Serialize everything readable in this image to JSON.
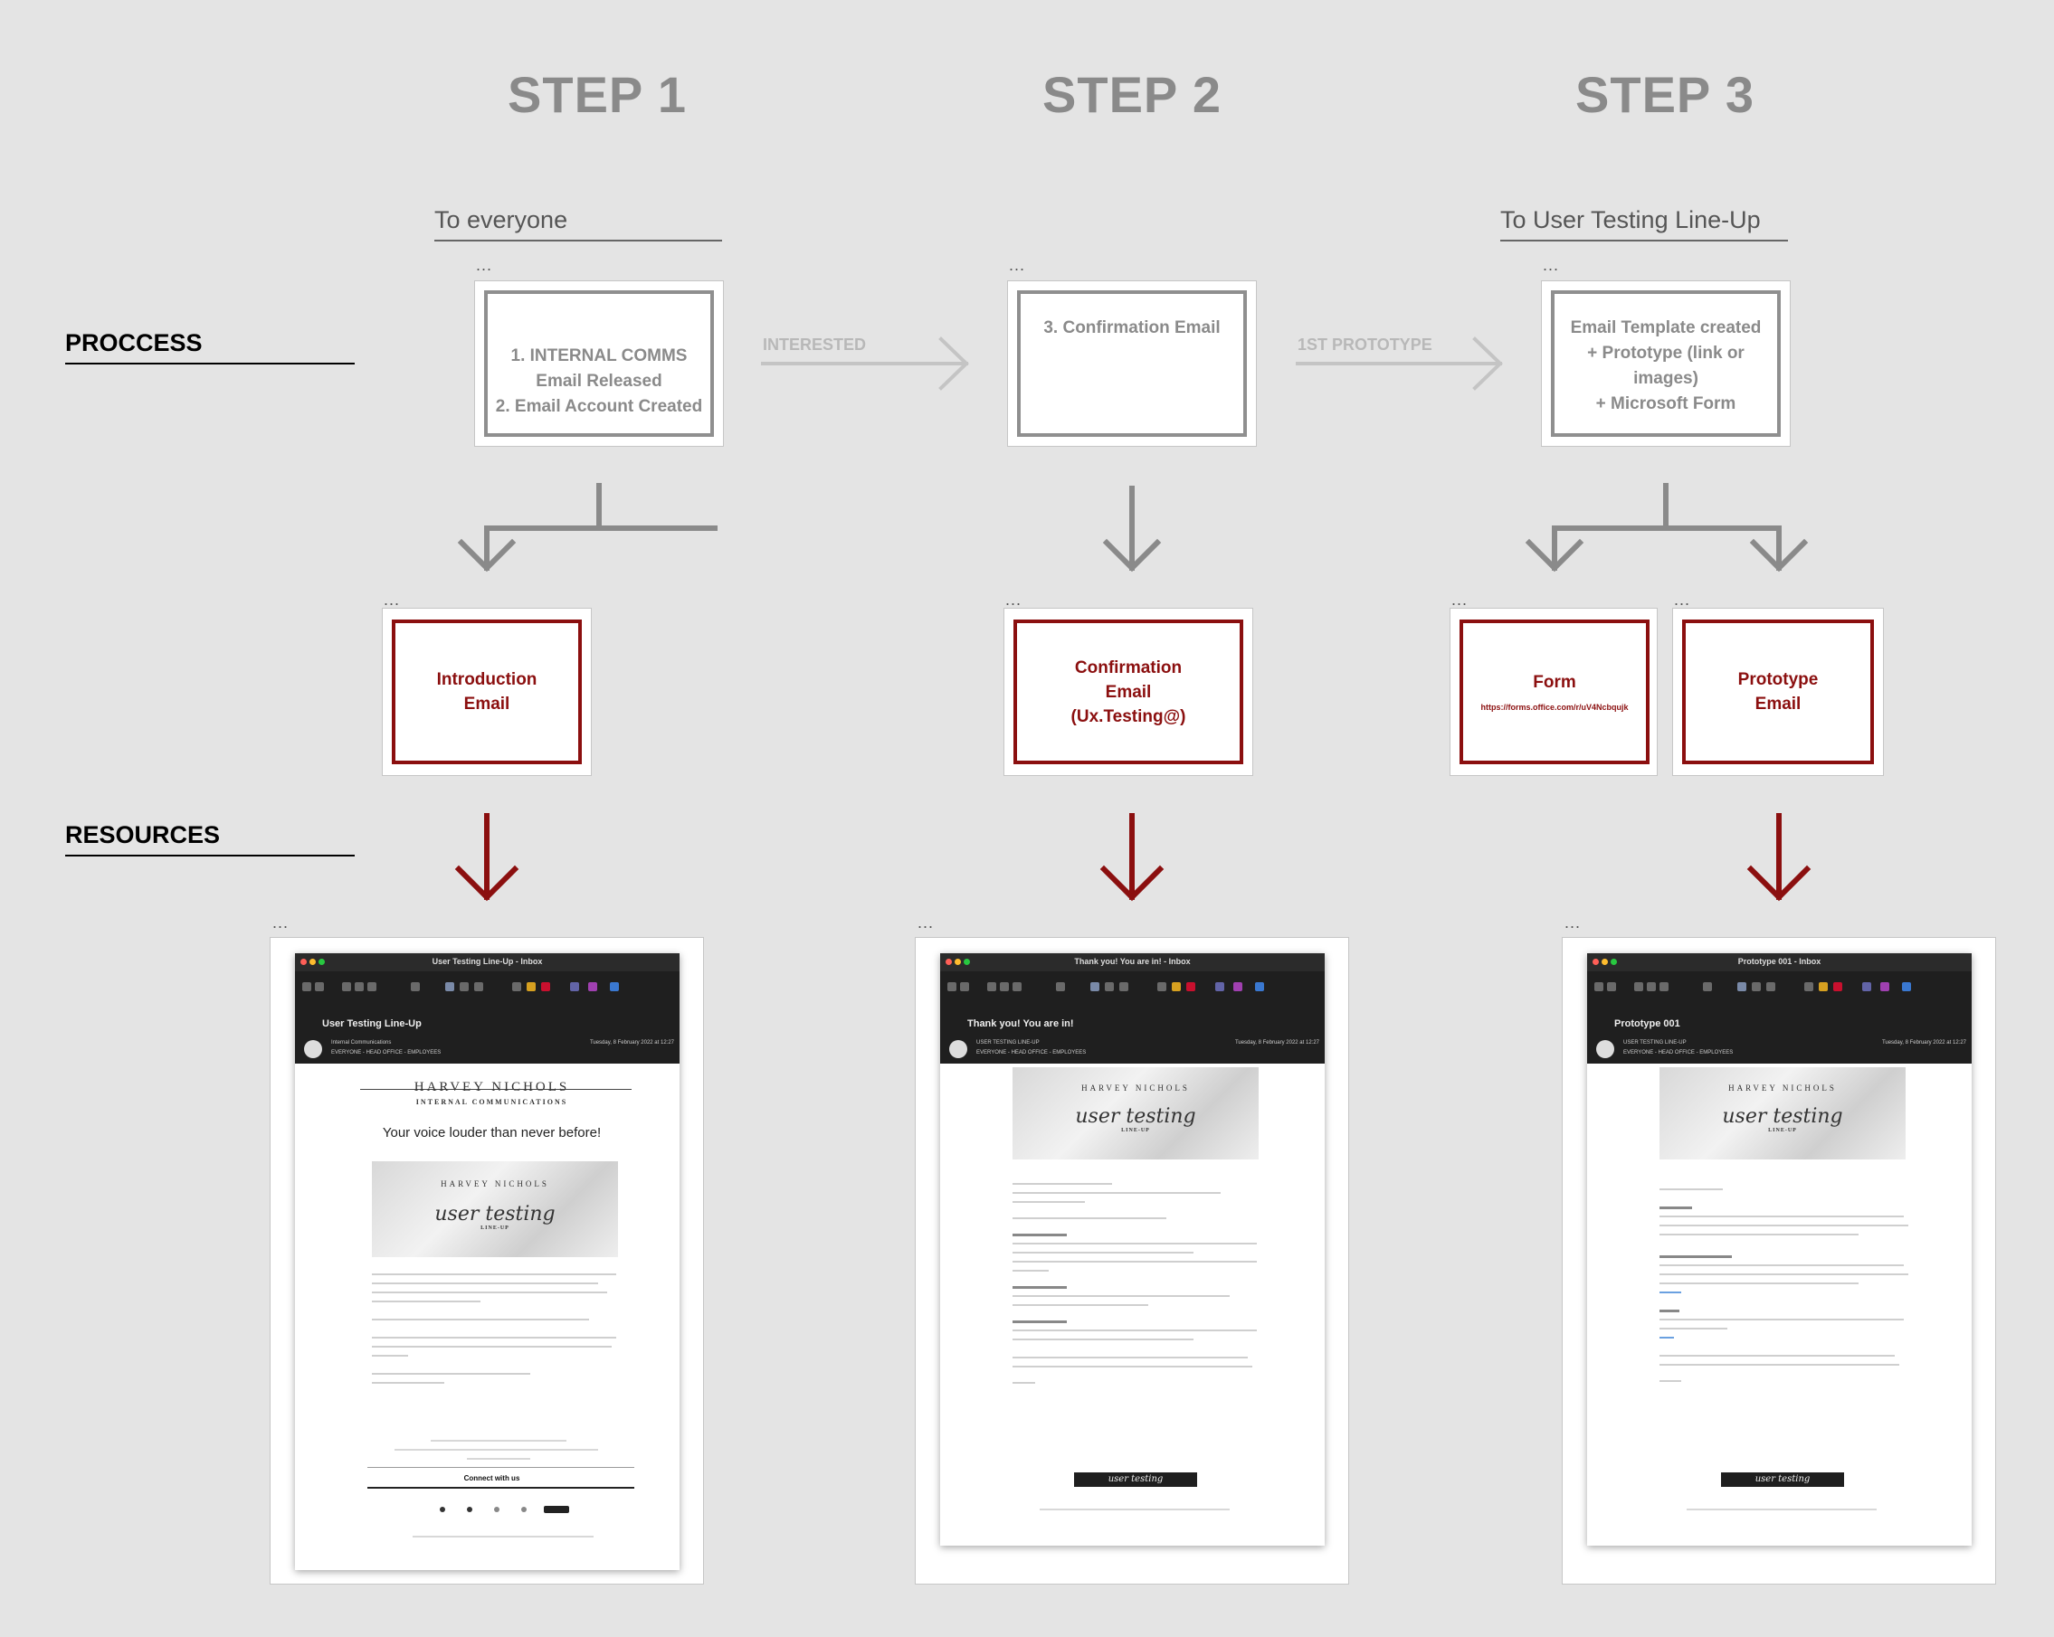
{
  "steps": [
    "STEP 1",
    "STEP 2",
    "STEP 3"
  ],
  "sections": {
    "process": "PROCCESS",
    "resources": "RESOURCES"
  },
  "audiences": {
    "step1": "To everyone",
    "step3": "To User Testing Line-Up"
  },
  "dots": "...",
  "process_boxes": {
    "step1": [
      "1. INTERNAL COMMS",
      "Email Released",
      "2. Email Account Created"
    ],
    "step2": [
      "3. Confirmation Email"
    ],
    "step3": [
      "Email Template created",
      "+ Prototype (link or images)",
      "+ Microsoft Form"
    ]
  },
  "flow_labels": {
    "interested": "INTERESTED",
    "first_prototype": "1ST PROTOTYPE"
  },
  "resource_boxes": {
    "intro": [
      "Introduction",
      "Email"
    ],
    "confirmation": [
      "Confirmation",
      "Email",
      "(Ux.Testing@)"
    ],
    "form": {
      "title": "Form",
      "url": "https://forms.office.com/r/uV4Ncbqujk"
    },
    "prototype": [
      "Prototype",
      "Email"
    ]
  },
  "colors": {
    "background": "#e4e4e4",
    "grey_box": "#8f8f8f",
    "accent_red": "#8b0f0f",
    "arrow_grey": "#8a8a8a"
  },
  "emails": [
    {
      "window_title": "User Testing Line-Up - Inbox",
      "subject": "User Testing Line-Up",
      "sender": "Internal Communications",
      "to": "EVERYONE - HEAD OFFICE - EMPLOYEES",
      "date": "Tuesday, 8 February 2022 at 12:27",
      "brand": "HARVEY NICHOLS",
      "brand_sub": "INTERNAL COMMUNICATIONS",
      "headline": "Your voice louder than never before!",
      "banner_brand": "HARVEY NICHOLS",
      "banner_script": "user testing",
      "banner_sub": "LINE-UP",
      "connect": "Connect with us"
    },
    {
      "window_title": "Thank you! You are in! - Inbox",
      "subject": "Thank you! You are in!",
      "sender": "USER TESTING LINE-UP",
      "to": "EVERYONE - HEAD OFFICE - EMPLOYEES",
      "date": "Tuesday, 8 February 2022 at 12:27",
      "banner_brand": "HARVEY NICHOLS",
      "banner_script": "user testing",
      "banner_sub": "LINE-UP",
      "footer_script": "user testing"
    },
    {
      "window_title": "Prototype 001 - Inbox",
      "subject": "Prototype 001",
      "sender": "USER TESTING LINE-UP",
      "to": "EVERYONE - HEAD OFFICE - EMPLOYEES",
      "date": "Tuesday, 8 February 2022 at 12:27",
      "banner_brand": "HARVEY NICHOLS",
      "banner_script": "user testing",
      "banner_sub": "LINE-UP",
      "footer_script": "user testing"
    }
  ]
}
